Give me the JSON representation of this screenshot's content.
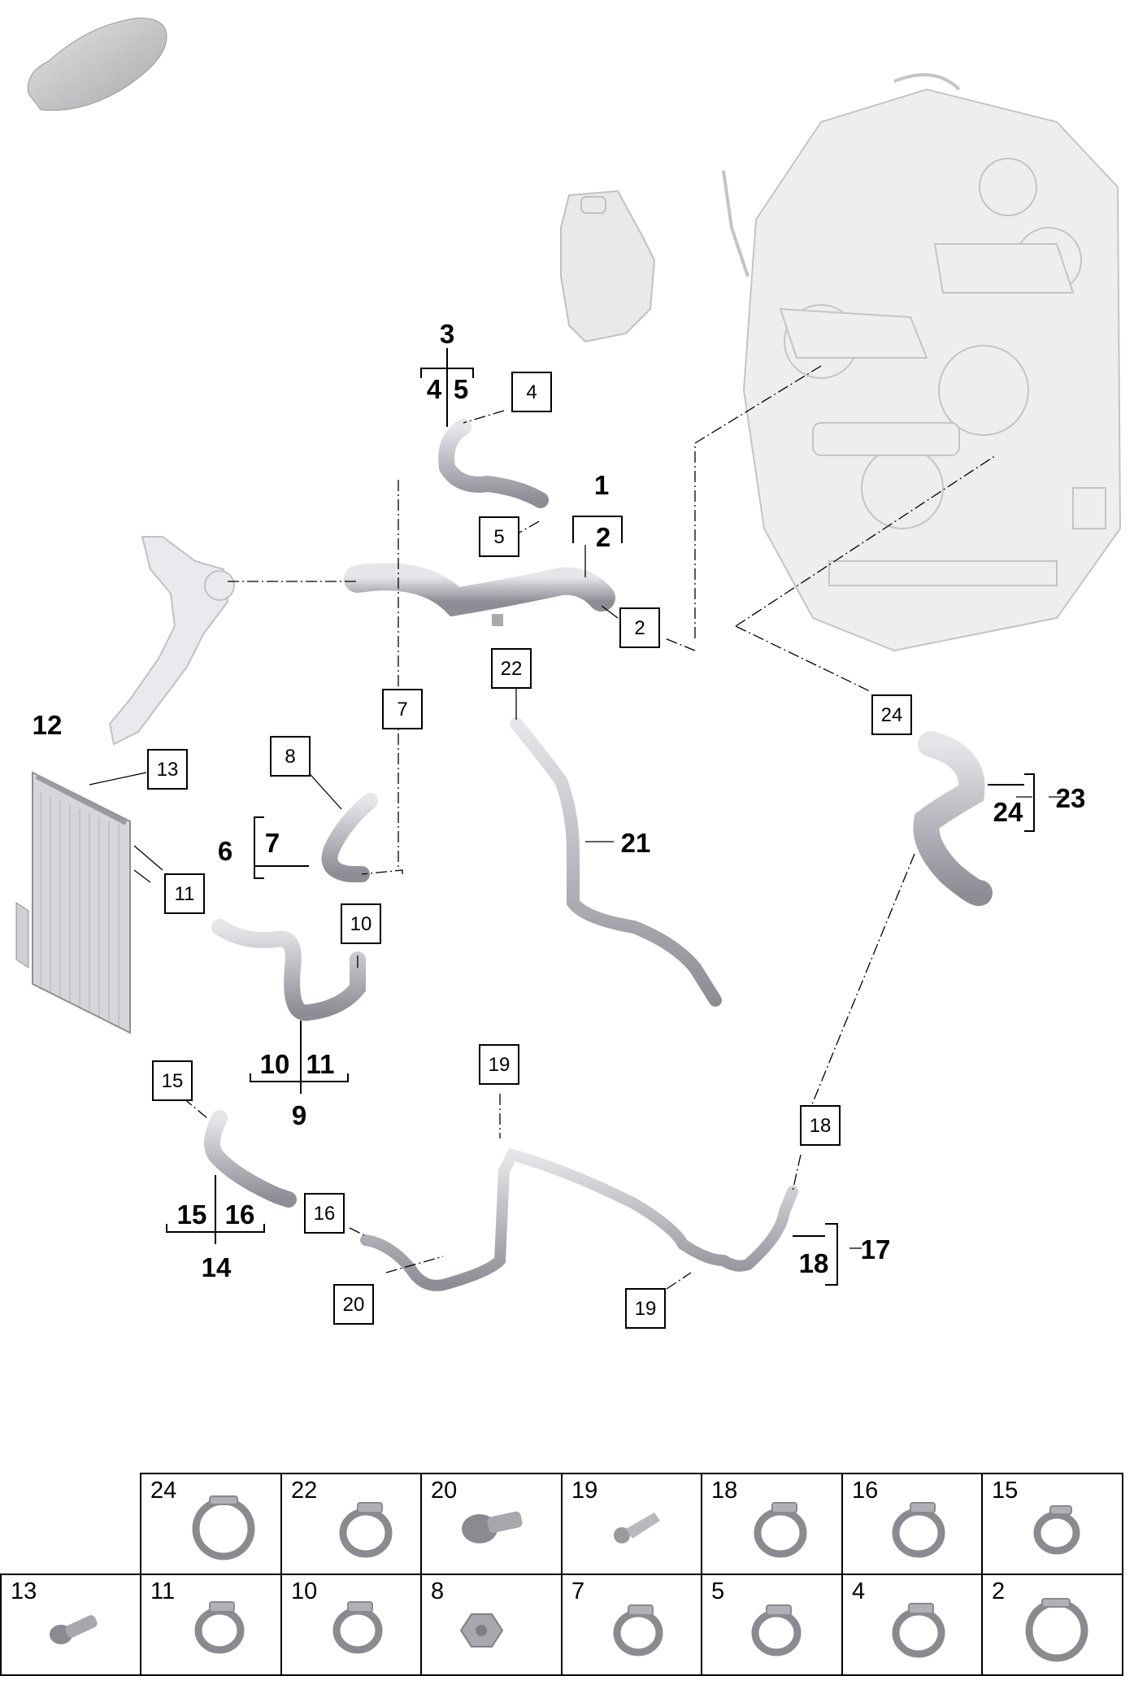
{
  "callouts": {
    "c1": "1",
    "c2": "2",
    "c3": "3",
    "c4": "4",
    "c5": "5",
    "c6": "6",
    "c7": "7",
    "c9": "9",
    "c10": "10",
    "c11": "11",
    "c12": "12",
    "c14": "14",
    "c15": "15",
    "c16": "16",
    "c17": "17",
    "c18": "18",
    "c21": "21",
    "c23": "23",
    "c24": "24"
  },
  "boxes": {
    "b4": "4",
    "b5": "5",
    "b2": "2",
    "b7": "7",
    "b8": "8",
    "b10": "10",
    "b11": "11",
    "b13": "13",
    "b15": "15",
    "b16": "16",
    "b18": "18",
    "b19a": "19",
    "b19b": "19",
    "b20": "20",
    "b22": "22",
    "b24": "24"
  },
  "table": {
    "row1": [
      "24",
      "22",
      "20",
      "19",
      "18",
      "16",
      "15"
    ],
    "row2": [
      "13",
      "11",
      "10",
      "8",
      "7",
      "5",
      "4",
      "2"
    ]
  },
  "parts": {
    "clamp": "hose-clamp",
    "bolt": "bolt",
    "clip": "push-clip",
    "nut": "nut"
  }
}
